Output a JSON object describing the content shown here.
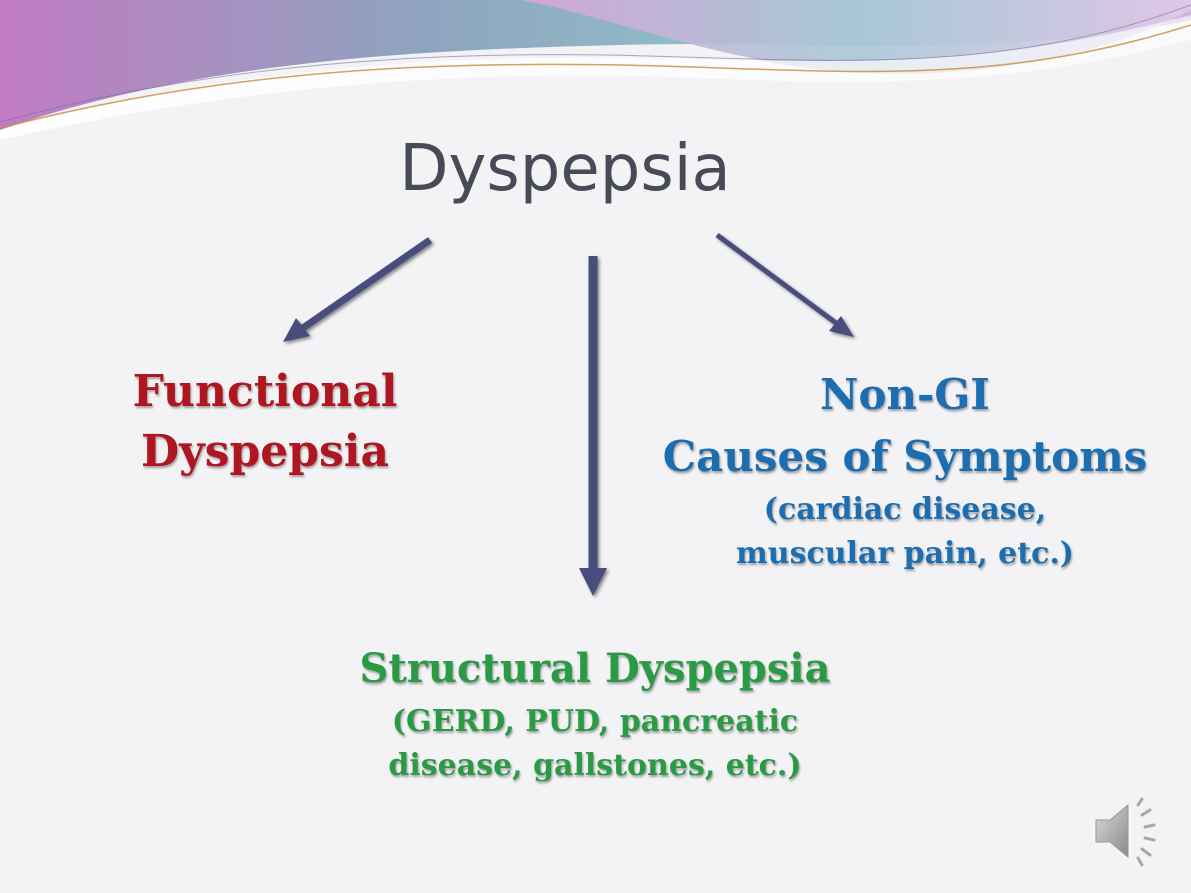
{
  "slide": {
    "title": "Dyspepsia",
    "functional": {
      "line1": "Functional",
      "line2": "Dyspepsia"
    },
    "non_gi": {
      "line1": "Non-GI",
      "line2": "Causes of Symptoms",
      "detail_line1": "(cardiac disease,",
      "detail_line2": "muscular pain, etc.)"
    },
    "structural": {
      "line1": "Structural Dyspepsia",
      "detail_line1": "(GERD, PUD, pancreatic",
      "detail_line2": "disease, gallstones, etc.)"
    }
  },
  "colors": {
    "title": "#474b57",
    "functional": "#b01621",
    "non_gi": "#1c6eb0",
    "structural": "#2a9a45",
    "arrow": "#4a4d7e"
  },
  "icons": {
    "audio": "speaker-icon"
  }
}
